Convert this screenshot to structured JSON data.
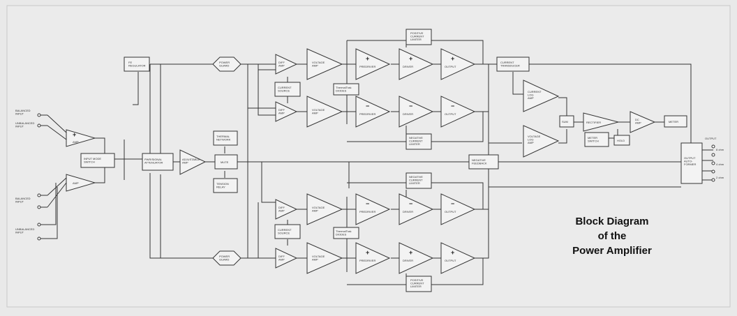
{
  "title_lines": [
    "Block Diagram",
    "of the",
    "Power Amplifier"
  ],
  "labels": {
    "bal_input": "BALANCED\nINPUT",
    "unbal_input": "UNBALANCED\nINPUT",
    "input_mode": "INPUT MODE\nSWITCH",
    "bal_2": "BALANCED\nINPUT",
    "unbal_2": "UNBALANCED\nINPUT",
    "fe_regulator": "FE\nREGULATOR",
    "pwr_supply_attenuator": "PWR/SIGNAL\nATTENUATOR",
    "adjustable_amp": "ADJUSTABLE\nAMP",
    "mute": "MUTE",
    "thermal_network": "THERMAL\nNETWORK",
    "tension_relay": "TENSION\nRELAY",
    "power_guard_top": "POWER\nGUARD",
    "power_guard_bot": "POWER\nGUARD",
    "diff_amp": "DIFF\nAMP",
    "voltage_amp": "VOLTAGE\nAMP",
    "current_source": "CURRENT\nSOURCE",
    "predriver": "PREDRIVER",
    "driver": "DRIVER",
    "output": "OUTPUT",
    "pos_current_limiter": "POSITIVE\nCURRENT\nLIMITER",
    "neg_current_limiter": "NEGATIVE\nCURRENT\nLIMITER",
    "thermal_track": "ThermalTrak\nDIODES",
    "current_transducer": "CURRENT\nTRANSDUCER",
    "current_log_amp": "CURRENT\nLOG\nAMP",
    "voltage_log_amp": "VOLTAGE\nLOG\nAMP",
    "sum": "SUM",
    "rectifier": "RECTIFIER",
    "dc_amp": "DC\nAMP",
    "meter": "METER",
    "meter_switch": "METER\nSWITCH",
    "hold": "HOLD",
    "negative_feedback": "NEGATIVE\nFEEDBACK",
    "output_autoformer": "OUTPUT\nAUTO-\nFORMER",
    "outputs_header": "OUTPUT",
    "ohm_8": "8 ohm",
    "ohm_4": "4 ohm",
    "ohm_2": "2 ohm"
  }
}
